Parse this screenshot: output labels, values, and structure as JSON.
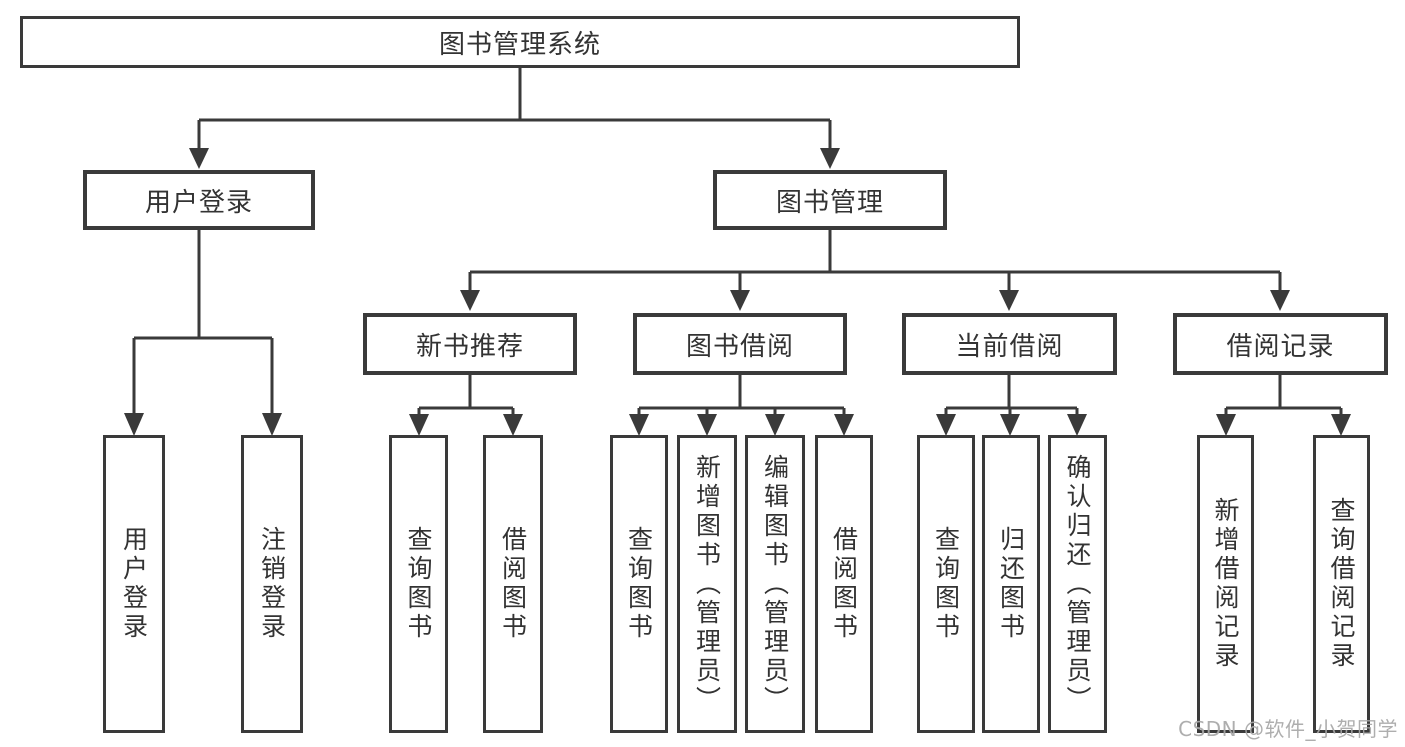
{
  "diagram": {
    "root": {
      "label": "图书管理系统"
    },
    "level2": [
      {
        "label": "用户登录"
      },
      {
        "label": "图书管理"
      }
    ],
    "level3": [
      {
        "label": "新书推荐"
      },
      {
        "label": "图书借阅"
      },
      {
        "label": "当前借阅"
      },
      {
        "label": "借阅记录"
      }
    ],
    "leaves": {
      "user_login": [
        {
          "label": "用户登录"
        },
        {
          "label": "注销登录"
        }
      ],
      "new_book": [
        {
          "label": "查询图书"
        },
        {
          "label": "借阅图书"
        }
      ],
      "book_borrow": [
        {
          "label": "查询图书"
        },
        {
          "label": "新增图书（管理员）"
        },
        {
          "label": "编辑图书（管理员）"
        },
        {
          "label": "借阅图书"
        }
      ],
      "current_borrow": [
        {
          "label": "查询图书"
        },
        {
          "label": "归还图书"
        },
        {
          "label": "确认归还（管理员）"
        }
      ],
      "borrow_record": [
        {
          "label": "新增借阅记录"
        },
        {
          "label": "查询借阅记录"
        }
      ]
    },
    "watermark": "CSDN @软件_小贺同学",
    "colors": {
      "line": "#3a3a3a",
      "text": "#333333",
      "background": "#ffffff",
      "watermark": "#a8a8a8"
    }
  }
}
